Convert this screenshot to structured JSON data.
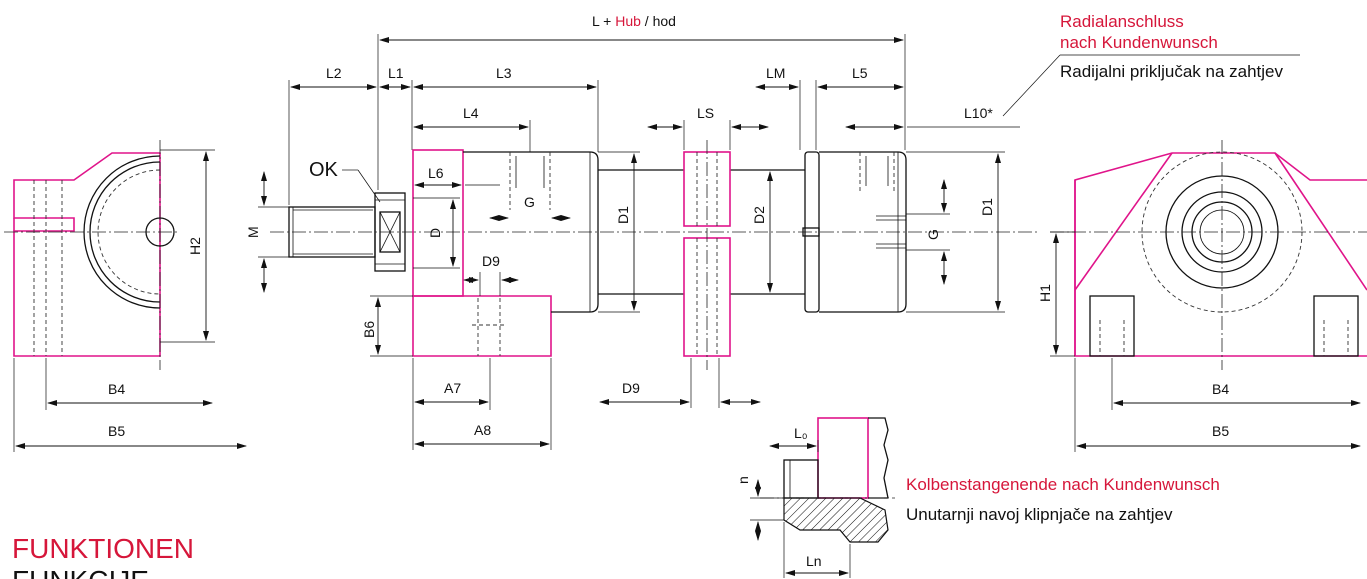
{
  "header": {
    "total_length": {
      "prefix": "L + ",
      "accent": "Hub",
      "suffix": " / hod"
    }
  },
  "dimensions": {
    "L1": "L1",
    "L2": "L2",
    "L3": "L3",
    "L4": "L4",
    "L5": "L5",
    "L6": "L6",
    "LM": "LM",
    "LS": "LS",
    "L10": "L10*",
    "D": "D",
    "D1": "D1",
    "D2": "D2",
    "D9": "D9",
    "G": "G",
    "M": "M",
    "H1": "H1",
    "H2": "H2",
    "B4": "B4",
    "B5": "B5",
    "B6": "B6",
    "A7": "A7",
    "A8": "A8",
    "L0": "L₀",
    "Ln": "Ln",
    "n": "n"
  },
  "labels": {
    "ok": "OK",
    "radial_de_1": "Radialanschluss",
    "radial_de_2": "nach Kundenwunsch",
    "radial_hr": "Radijalni priključak na zahtjev",
    "rod_end_de": "Kolbenstangenende nach Kundenwunsch",
    "rod_end_hr": "Unutarnji navoj klipnjače na zahtjev"
  },
  "section": {
    "title_de": "FUNKTIONEN",
    "title_hr": "FUNKCIJE"
  },
  "colors": {
    "accent_red": "#d6163a",
    "outline_magenta": "#e0148a",
    "line": "#111111"
  }
}
